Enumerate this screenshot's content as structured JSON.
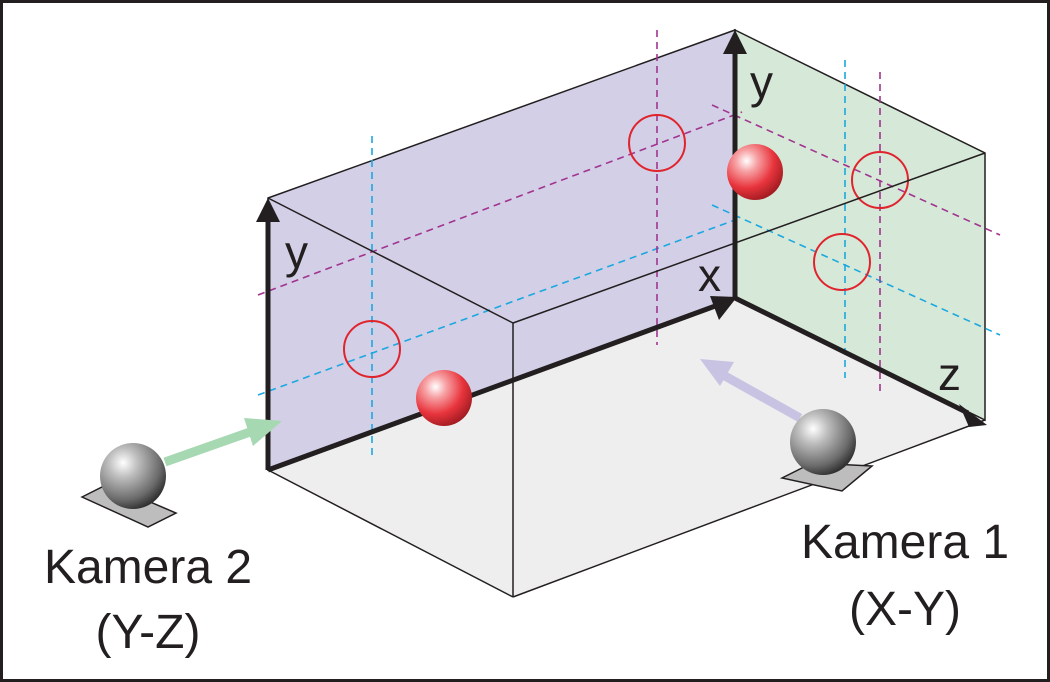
{
  "axes": {
    "back_y": "y",
    "left_y": "y",
    "x": "x",
    "z": "z"
  },
  "cameras": {
    "camera1": {
      "name": "Kamera 1",
      "plane": "(X-Y)"
    },
    "camera2": {
      "name": "Kamera 2",
      "plane": "(Y-Z)"
    }
  },
  "colors": {
    "xy_plane": "#d3cfe6",
    "yz_plane": "#d6e8d8",
    "floor": "#eeeeee",
    "cyan_dash": "#1ba8e0",
    "magenta_dash": "#a1348f",
    "projection_circle": "#e0242d",
    "ball_red": "#e8343c",
    "camera_arrow_1": "#c9c3e3",
    "camera_arrow_2": "#a6d8b1"
  }
}
